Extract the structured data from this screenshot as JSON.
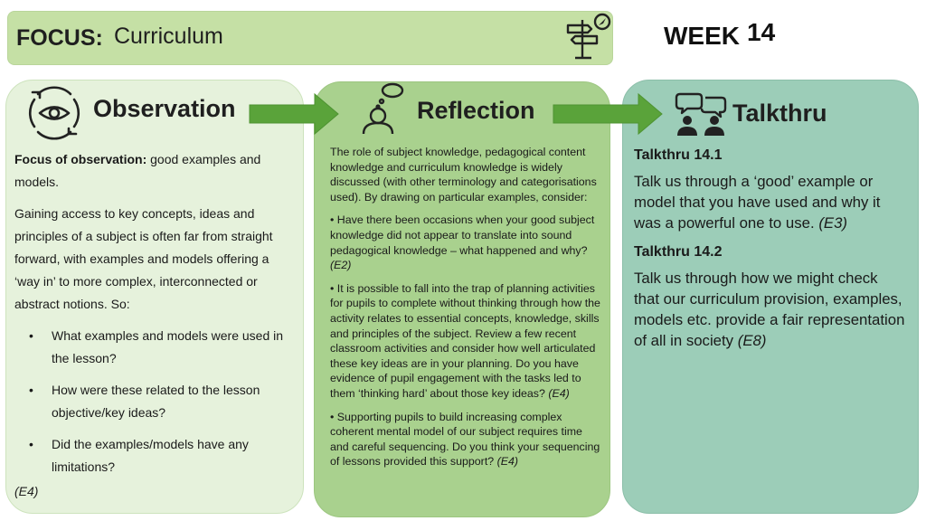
{
  "header": {
    "focus_label": "FOCUS:",
    "focus_value": "Curriculum",
    "week_label": "WEEK",
    "week_number": "14"
  },
  "observation": {
    "title": "Observation",
    "focus_heading": "Focus of observation:",
    "focus_text": "good examples and models.",
    "paragraph": "Gaining access to key concepts, ideas and principles of a subject is often far from straight forward, with examples and models offering a ‘way in’ to more complex, interconnected or abstract notions. So:",
    "bullets": [
      "What examples and models were used in the lesson?",
      "How were these related to the lesson objective/key ideas?",
      "Did the examples/models have any limitations?"
    ],
    "code": "(E4)"
  },
  "reflection": {
    "title": "Reflection",
    "intro": "The role of subject knowledge, pedagogical content knowledge and curriculum knowledge is widely discussed (with other terminology and categorisations used). By drawing on particular examples, consider:",
    "point1": "• Have there been occasions when your good subject knowledge did not appear to translate into sound pedagogical knowledge – what happened and why?",
    "point1_code": "(E2)",
    "point2": "• It is possible to fall into the trap of planning activities for pupils to complete without thinking through how the activity relates to essential concepts, knowledge, skills and principles of the subject. Review a few recent classroom activities and consider how well articulated these key ideas are in your planning. Do you have evidence of pupil engagement with the tasks led to them ‘thinking hard’ about those key ideas?",
    "point2_code": "(E4)",
    "point3": "• Supporting pupils to build increasing complex coherent mental model of our subject requires time and careful sequencing. Do you think your sequencing of lessons provided this support?",
    "point3_code": "(E4)"
  },
  "talkthru": {
    "title": "Talkthru",
    "item1_heading": "Talkthru 14.1",
    "item1_text": "Talk us through a ‘good’ example or model that you have used and why it was a powerful one to use.",
    "item1_code": "(E3)",
    "item2_heading": "Talkthru 14.2",
    "item2_text": "Talk us through how we might check that our curriculum provision, examples, models etc. provide a fair representation of all in society",
    "item2_code": "(E8)"
  },
  "colors": {
    "banner": "#c5e0a5",
    "observation_panel": "#e6f2dc",
    "reflection_panel": "#a9d18e",
    "talkthru_panel": "#9ccdb8",
    "arrow": "#5aa33a"
  },
  "icons": [
    "signpost-icon",
    "observation-eye-icon",
    "thinking-head-icon",
    "conversation-icon",
    "right-arrow-icon"
  ]
}
